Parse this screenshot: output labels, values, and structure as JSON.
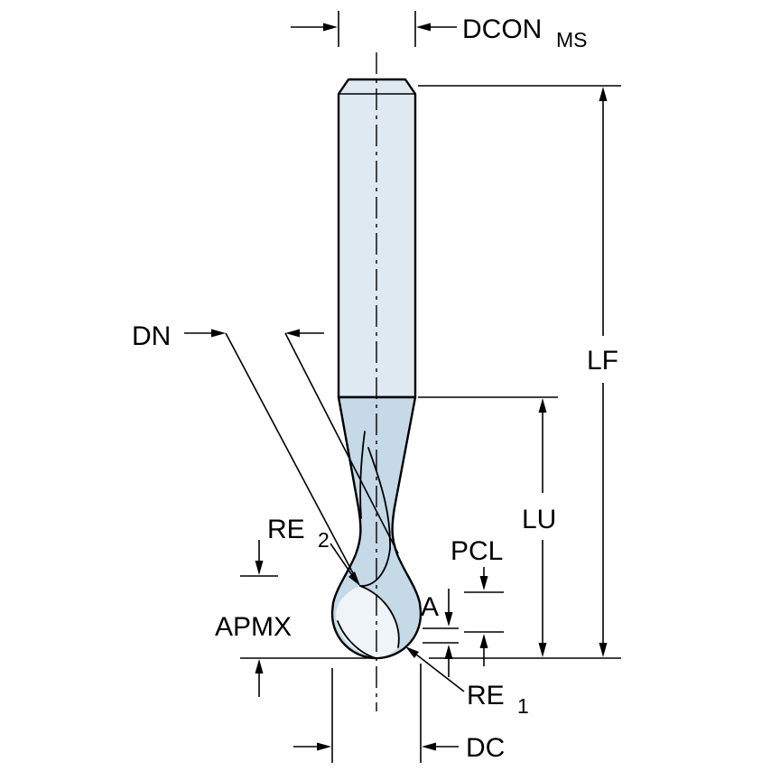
{
  "drawing": {
    "type": "technical-dimension-drawing",
    "subject": "ball nose end mill",
    "colors": {
      "shank_fill": "#dfe9f1",
      "head_fill": "#c5d9e7",
      "flute_face_fill": "#eef4f8",
      "line": "#000000",
      "background": "#ffffff"
    },
    "labels": {
      "dcon_main": "DCON",
      "dcon_sub": "MS",
      "lf": "LF",
      "lu": "LU",
      "dn": "DN",
      "re2_main": "RE",
      "re2_sub": "2",
      "pcl": "PCL",
      "a": "A",
      "apmx": "APMX",
      "re1_main": "RE",
      "re1_sub": "1",
      "dc": "DC"
    }
  }
}
